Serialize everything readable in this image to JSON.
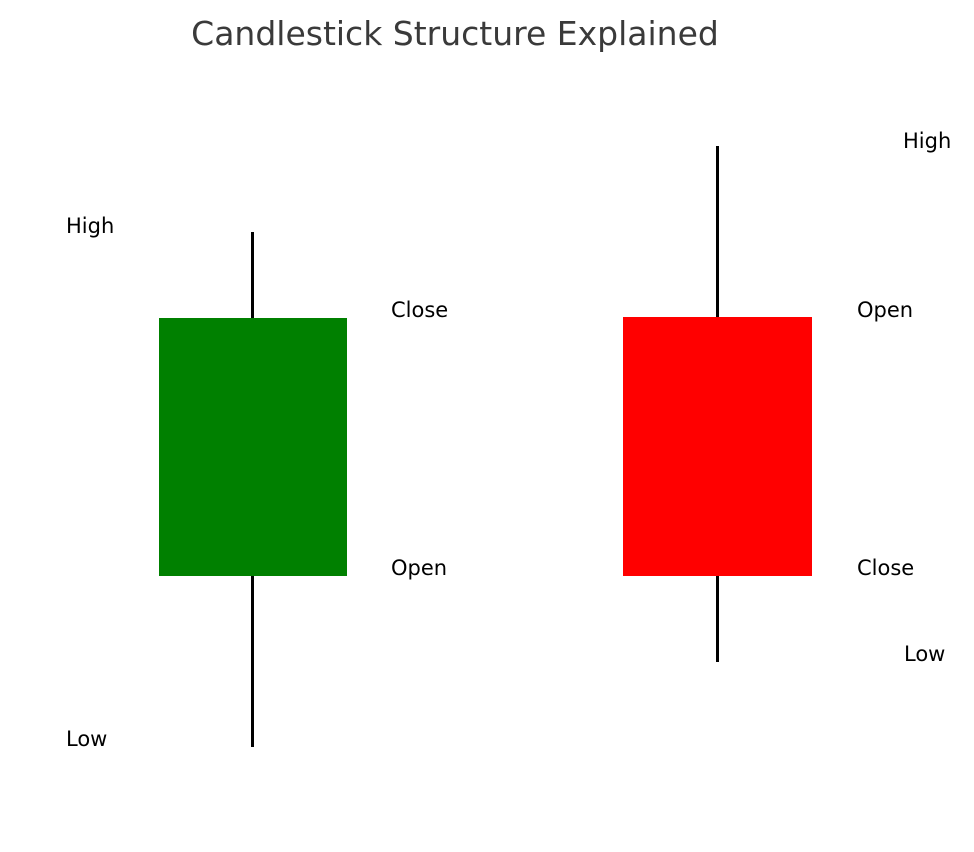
{
  "title": "Candlestick Structure Explained",
  "colors": {
    "bullish_body": "#008000",
    "bearish_body": "#ff0000",
    "wick": "#000000",
    "title_text": "#3a3a3a",
    "label_text": "#000000",
    "background": "#ffffff"
  },
  "candles": [
    {
      "type": "bullish",
      "body_color": "#008000",
      "labels": [
        {
          "id": "high",
          "text": "High"
        },
        {
          "id": "close",
          "text": "Close"
        },
        {
          "id": "open",
          "text": "Open"
        },
        {
          "id": "low",
          "text": "Low"
        }
      ]
    },
    {
      "type": "bearish",
      "body_color": "#ff0000",
      "labels": [
        {
          "id": "high",
          "text": "High"
        },
        {
          "id": "open",
          "text": "Open"
        },
        {
          "id": "close",
          "text": "Close"
        },
        {
          "id": "low",
          "text": "Low"
        }
      ]
    }
  ]
}
